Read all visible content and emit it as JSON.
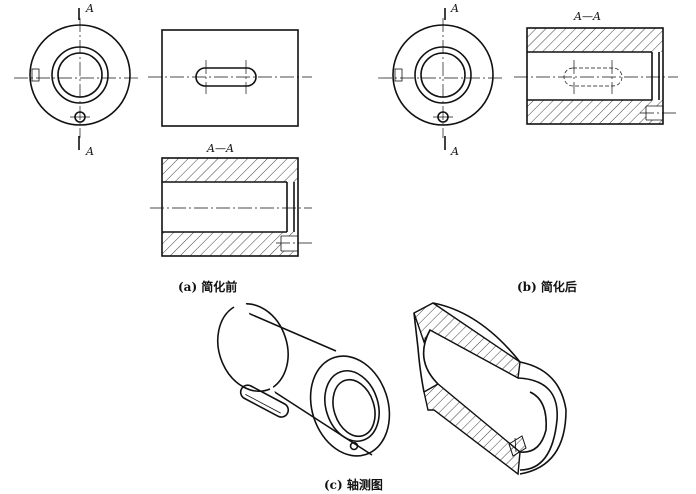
{
  "section_mark": "A",
  "section_title": "A—A",
  "captions": {
    "a": "(a) 简化前",
    "b": "(b) 简化后",
    "c": "(c) 轴测图"
  }
}
